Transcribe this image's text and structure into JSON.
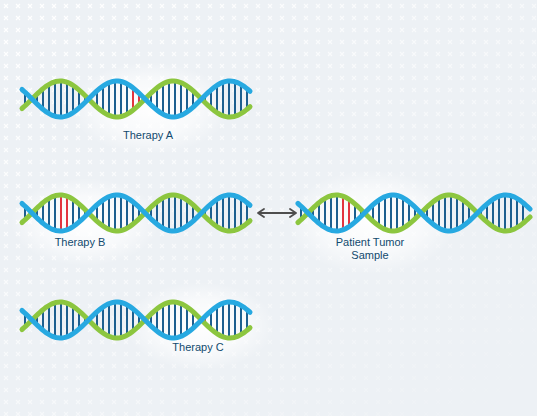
{
  "diagram": {
    "nodes": [
      {
        "text": [
          "Therapy A"
        ]
      },
      {
        "text": [
          "Therapy B"
        ]
      },
      {
        "text": [
          "Patient Tumor Sample"
        ]
      },
      {
        "text": [
          "Therapy C"
        ]
      }
    ],
    "edges": [
      {
        "from": 1,
        "to": 2,
        "arrow": "both"
      }
    ]
  }
}
